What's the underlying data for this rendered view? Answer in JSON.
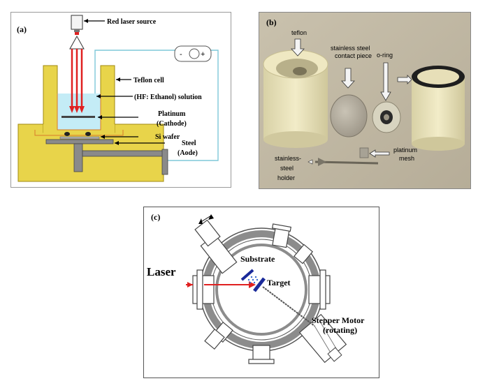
{
  "panel_a": {
    "label": "(a)",
    "red_laser_source": "Red laser source",
    "teflon_cell": "Teflon cell",
    "solution": "(HF: Ethanol) solution",
    "platinum": "Platinum",
    "cathode": "(Cathode)",
    "si_wafer": "Si wafer",
    "steel": "Steel",
    "anode": "(Aode)",
    "minus": "-",
    "plus": "+"
  },
  "panel_b": {
    "label": "(b)",
    "teflon": "teflon",
    "contact_piece_line1": "stainless steel",
    "contact_piece_line2": "contact piece",
    "o_ring": "o-ring",
    "holder_line1": "stainless-",
    "holder_line2": "steel",
    "holder_line3": "holder",
    "mesh_line1": "platinum",
    "mesh_line2": "mesh"
  },
  "panel_c": {
    "label": "(c)",
    "laser": "Laser",
    "substrate": "Substrate",
    "target": "Target",
    "stepper_motor": "Stepper Motor",
    "rotating": "(rotating)"
  },
  "colors": {
    "teflon_yellow": "#e8d44a",
    "solution_blue": "#c4ecf6",
    "laser_red": "#e02020",
    "wire_cyan": "#7ec8d8",
    "chamber_gray": "#8c8c8c",
    "target_blue": "#1a2a9a"
  }
}
